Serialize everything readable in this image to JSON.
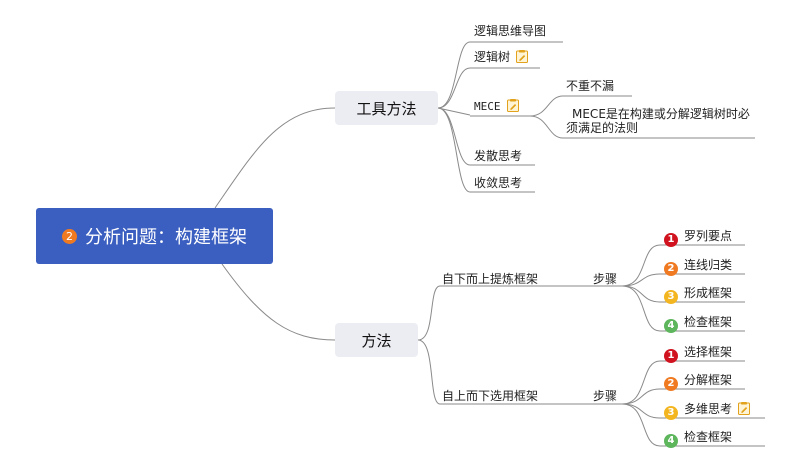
{
  "root": {
    "number": "2",
    "label": "分析问题：构建框架"
  },
  "tools": {
    "label": "工具方法",
    "items": {
      "logic_map": "逻辑思维导图",
      "logic_tree": "逻辑树",
      "mece": "MECE",
      "mece_children": {
        "no_dup": "不重不漏",
        "definition": "MECE是在构建或分解逻辑树时必须满足的法则"
      },
      "divergent": "发散思考",
      "convergent": "收敛思考"
    }
  },
  "methods": {
    "label": "方法",
    "bottom_up": {
      "label": "自下而上提炼框架",
      "steps_label": "步骤",
      "steps": [
        {
          "num": "1",
          "label": "罗列要点"
        },
        {
          "num": "2",
          "label": "连线归类"
        },
        {
          "num": "3",
          "label": "形成框架"
        },
        {
          "num": "4",
          "label": "检查框架"
        }
      ]
    },
    "top_down": {
      "label": "自上而下选用框架",
      "steps_label": "步骤",
      "steps": [
        {
          "num": "1",
          "label": "选择框架"
        },
        {
          "num": "2",
          "label": "分解框架"
        },
        {
          "num": "3",
          "label": "多维思考"
        },
        {
          "num": "4",
          "label": "检查框架"
        }
      ]
    }
  },
  "colors": {
    "root": "#3b5fc0",
    "step1": "#d0131f",
    "step2": "#f07a22",
    "step3": "#f3b620",
    "step4": "#5db55c"
  }
}
